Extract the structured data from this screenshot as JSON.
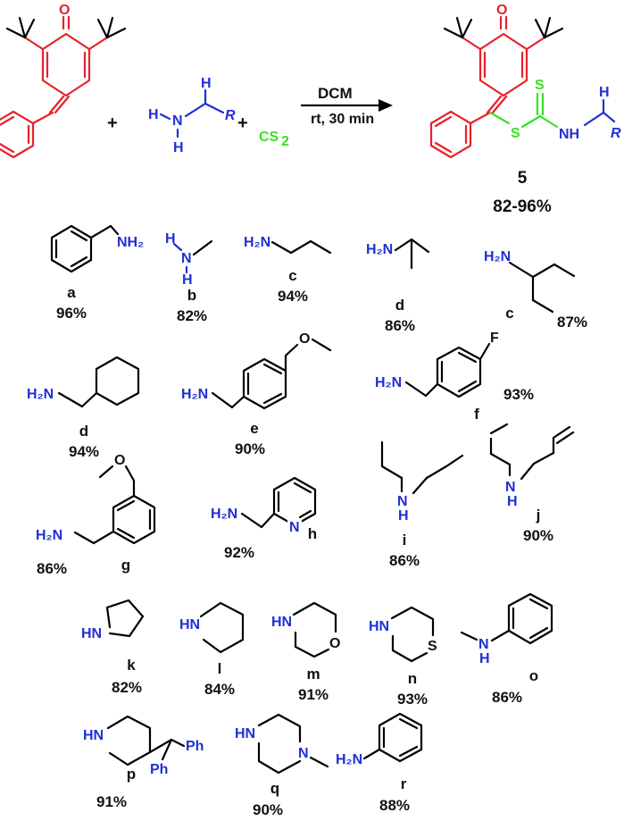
{
  "reaction": {
    "plus_1": "+",
    "plus_2": "+",
    "reagent_cs2": "CS",
    "reagent_cs2_sub": "2",
    "condition_solvent": "DCM",
    "condition_time": "rt, 30 min",
    "product_number": "5",
    "product_yield": "82-96%"
  },
  "atoms": {
    "O": "O",
    "H": "H",
    "N": "N",
    "R": "R",
    "S": "S",
    "F": "F",
    "Ph": "Ph",
    "NH": "NH",
    "HN": "HN",
    "H2N": "H₂N",
    "NH2": "NH₂"
  },
  "substrates": [
    {
      "label": "a",
      "yield": "96%"
    },
    {
      "label": "b",
      "yield": "82%"
    },
    {
      "label": "c",
      "yield": "94%"
    },
    {
      "label": "d",
      "yield": "86%"
    },
    {
      "label": "c",
      "yield": "87%"
    },
    {
      "label": "d",
      "yield": "94%"
    },
    {
      "label": "e",
      "yield": "90%"
    },
    {
      "label": "f",
      "yield": "93%"
    },
    {
      "label": "g",
      "yield": "86%"
    },
    {
      "label": "h",
      "yield": "92%"
    },
    {
      "label": "i",
      "yield": "86%"
    },
    {
      "label": "j",
      "yield": "90%"
    },
    {
      "label": "k",
      "yield": "82%"
    },
    {
      "label": "l",
      "yield": "84%"
    },
    {
      "label": "m",
      "yield": "91%"
    },
    {
      "label": "n",
      "yield": "93%"
    },
    {
      "label": "o",
      "yield": "86%"
    },
    {
      "label": "p",
      "yield": "91%"
    },
    {
      "label": "q",
      "yield": "90%"
    },
    {
      "label": "r",
      "yield": "88%"
    }
  ]
}
